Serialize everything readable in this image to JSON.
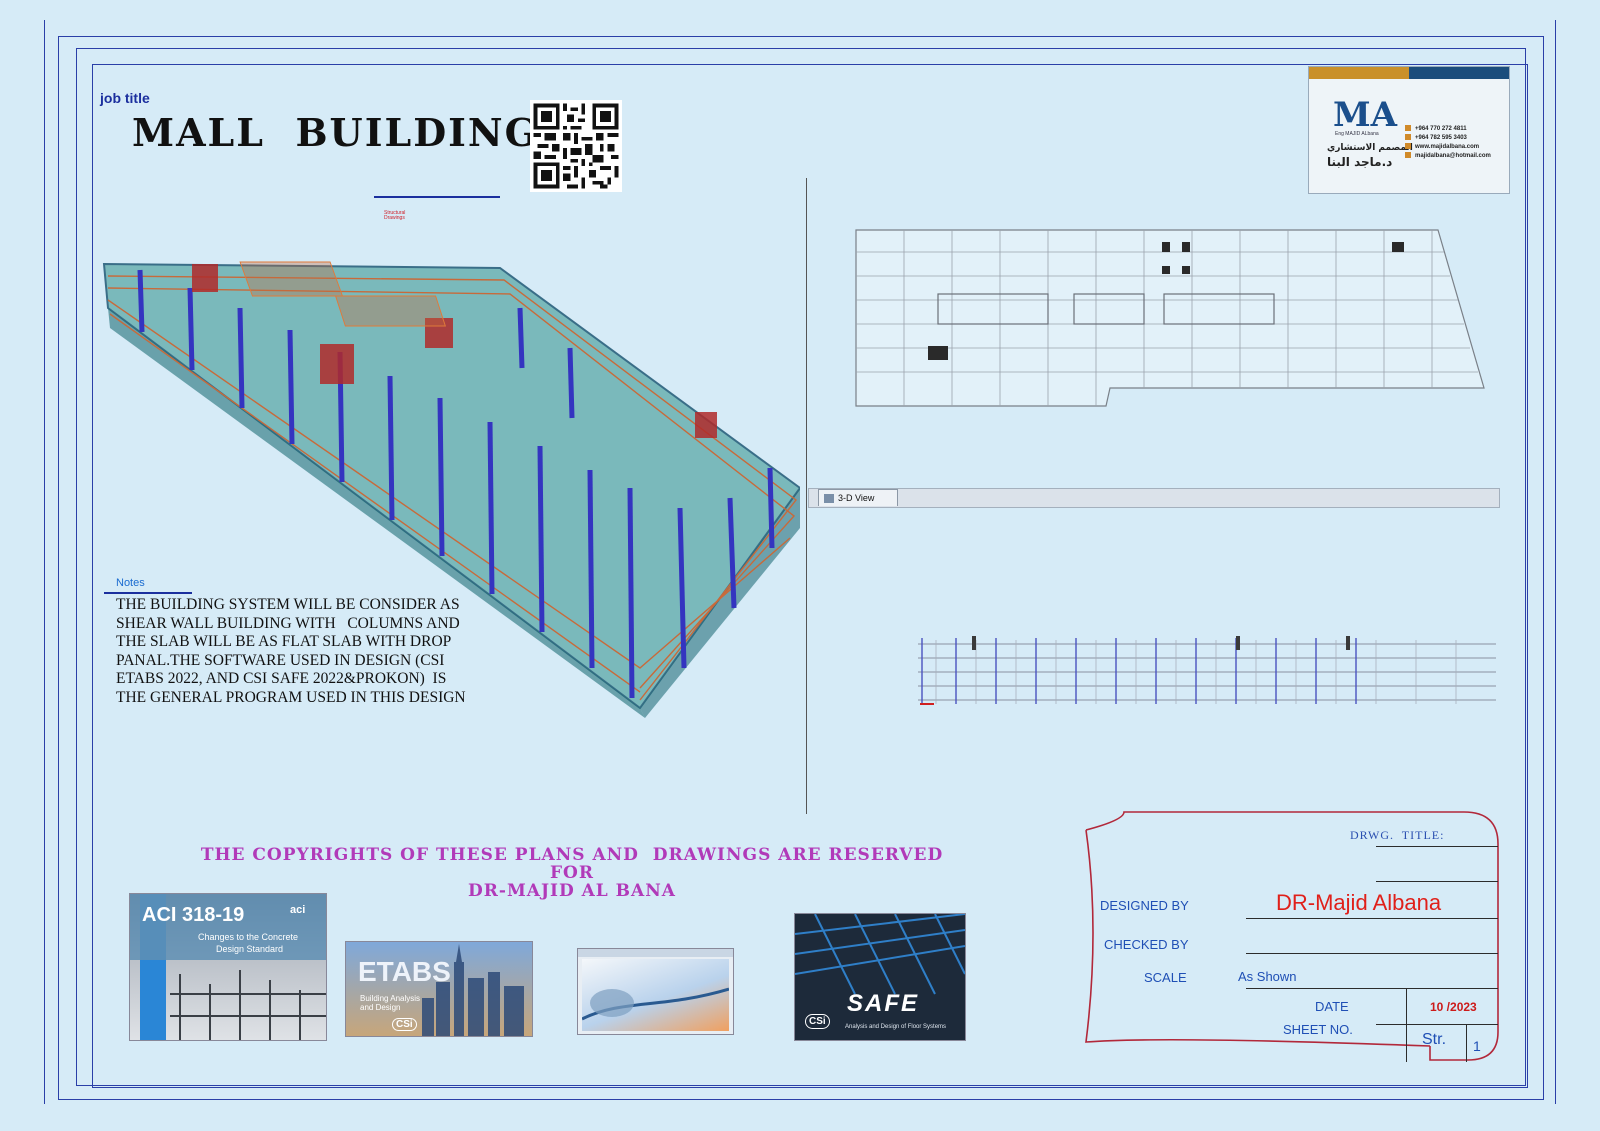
{
  "header": {
    "job_label": "job title",
    "title": "MALL  BUILDING",
    "tiny_note_line1": "Structural",
    "tiny_note_line2": "Drawings"
  },
  "business_card": {
    "logo": "MA",
    "subtitle": "Eng MAJID ALbana",
    "arabic_title": "المصمم الاستشاري",
    "arabic_name": "د.ماجد البنا",
    "phone1": "+964 770 272 4811",
    "phone2": "+964 782 595 3403",
    "website": "www.majidalbana.com",
    "email": "majidalbana@hotmail.com",
    "colors": {
      "gold": "#c9902a",
      "navy": "#1c4d7c"
    }
  },
  "view": {
    "tab_label": "3-D View"
  },
  "notes": {
    "label": "Notes",
    "lines": [
      "THE BUILDING SYSTEM WILL BE CONSIDER AS",
      "SHEAR WALL BUILDING WITH   COLUMNS AND",
      "THE SLAB WILL BE AS FLAT SLAB WITH DROP",
      "PANAL.THE SOFTWARE USED IN DESIGN (CSI",
      "ETABS 2022, AND CSI SAFE 2022&PROKON)  IS",
      "THE GENERAL PROGRAM USED IN THIS DESIGN"
    ]
  },
  "copyright": {
    "line1": "THE COPYRIGHTS OF THESE PLANS AND  DRAWINGS ARE RESERVED",
    "line2": "FOR",
    "line3": "DR-MAJID AL BANA"
  },
  "thumbnails": {
    "aci": {
      "title": "ACI 318-19",
      "logo": "aci",
      "subtitle_line1": "Changes to the Concrete",
      "subtitle_line2": "Design Standard"
    },
    "etabs": {
      "title": "ETABS",
      "subtitle_line1": "Building Analysis",
      "subtitle_line2": "and Design",
      "badge": "CSi"
    },
    "safe": {
      "title": "SAFE",
      "subtitle": "Analysis and Design of Floor Systems",
      "badge": "CSi"
    }
  },
  "title_block": {
    "drawing_title_label": "DRWG.  TITLE:",
    "designed_by_label": "DESIGNED BY",
    "designed_by_value": "DR-Majid Albana",
    "checked_by_label": "CHECKED BY",
    "scale_label": "SCALE",
    "scale_value": "As Shown",
    "date_label": "DATE",
    "date_value": "10 /2023",
    "sheet_no_label": "SHEET NO.",
    "sheet_prefix": "Str.",
    "sheet_number": "1"
  }
}
